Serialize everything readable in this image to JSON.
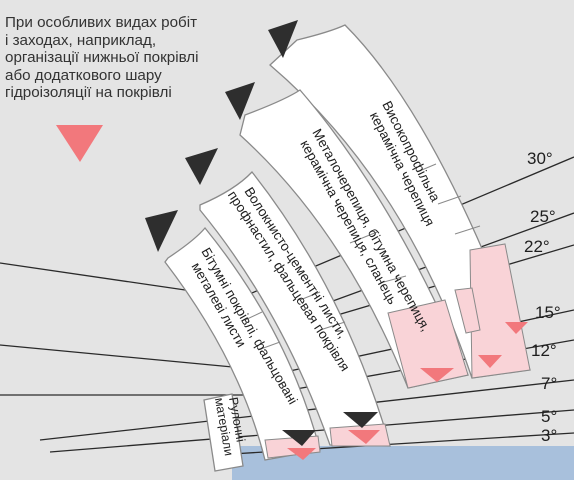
{
  "note": {
    "lines": [
      "При особливих видах робіт",
      "і заходах, наприклад,",
      "організації нижньої покрівлі",
      "або додаткового шару",
      "гідроізоляції на покрівлі"
    ]
  },
  "angles": [
    "30°",
    "25°",
    "22°",
    "15°",
    "12°",
    "7°",
    "5°",
    "3°"
  ],
  "zones": [
    {
      "lines": [
        "Рулонні",
        "матеріали"
      ]
    },
    {
      "lines": [
        "Бітумні покрівлі, фальцовані",
        "металеві листи"
      ]
    },
    {
      "lines": [
        "Волокнисто-цементні листи,",
        "профнастил, фальцевая покрівля"
      ]
    },
    {
      "lines": [
        "Металочерепиця, бітумна черепиця,",
        "керамічна черепиця, сланець"
      ]
    },
    {
      "lines": [
        "Високопрофільна",
        "керамічна черепиця"
      ]
    }
  ],
  "colors": {
    "background": "#e4e4e4",
    "band": "#ffffff",
    "band_stroke": "#8a8a8a",
    "special_measures": "#f9d3d7",
    "arrow_dark": "#2e2e2e",
    "marker_pink": "#f2787c",
    "water": "#a8c0dc"
  },
  "legend": {
    "marker": "pink-triangle"
  }
}
